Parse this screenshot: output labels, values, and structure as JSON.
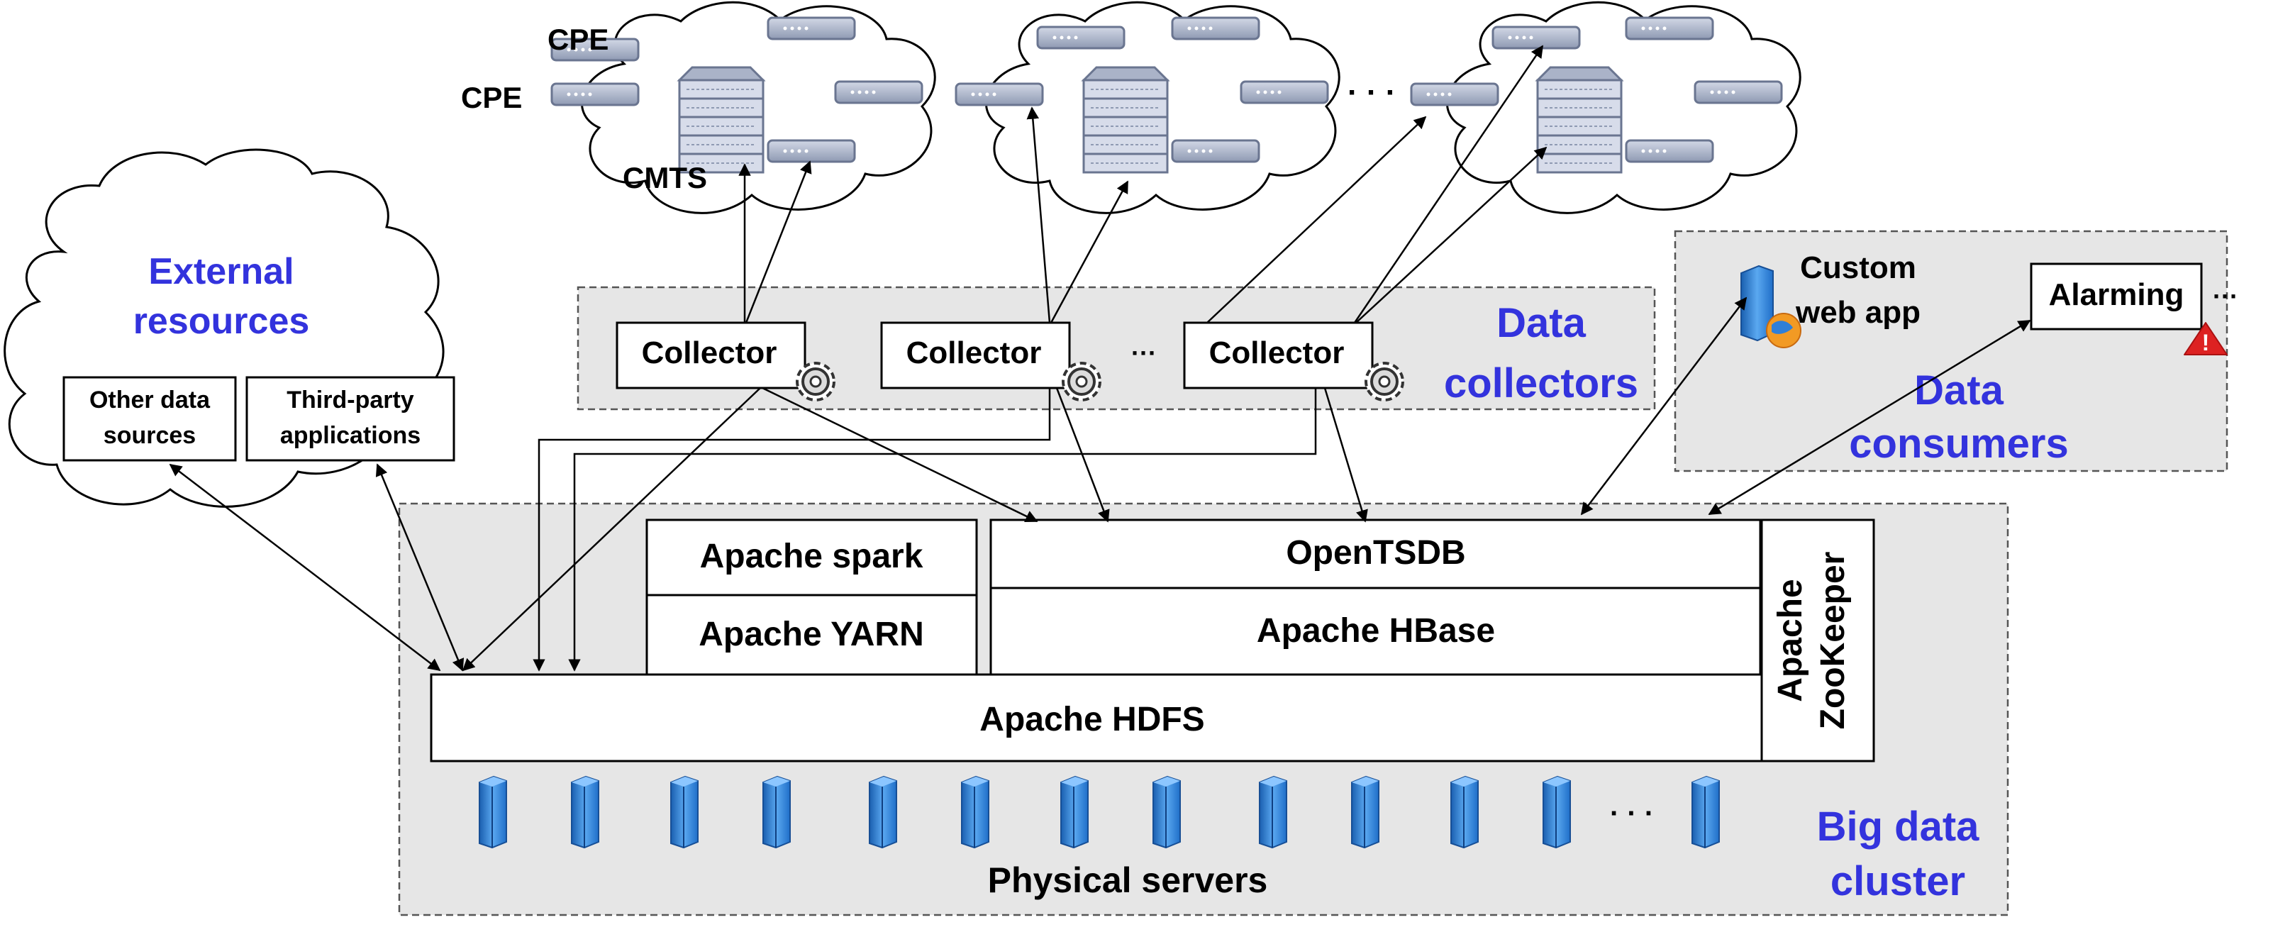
{
  "labels": {
    "cpe_top": "CPE",
    "cpe_left": "CPE",
    "cmts": "CMTS",
    "external_line1": "External",
    "external_line2": "resources",
    "other_line1": "Other data",
    "other_line2": "sources",
    "thirdparty_line1": "Third-party",
    "thirdparty_line2": "applications",
    "collector_1": "Collector",
    "collector_2": "Collector",
    "collector_3": "Collector",
    "collectors_ellipsis": "···",
    "clouds_ellipsis": "· · ·",
    "datacollectors_line1": "Data",
    "datacollectors_line2": "collectors",
    "custom_line1": "Custom",
    "custom_line2": "web app",
    "alarming": "Alarming",
    "consumers_ellipsis": "···",
    "consumers_line1": "Data",
    "consumers_line2": "consumers",
    "spark": "Apache spark",
    "yarn": "Apache YARN",
    "opentsdb": "OpenTSDB",
    "hbase": "Apache HBase",
    "zookeeper_line1": "Apache",
    "zookeeper_line2": "ZooKeeper",
    "hdfs": "Apache HDFS",
    "servers_ellipsis": "· · ·",
    "physical_servers": "Physical servers",
    "bigdata_line1": "Big data",
    "bigdata_line2": "cluster"
  },
  "colors": {
    "region_fill": "#e6e6e6",
    "accent_text": "#3333dd",
    "server_blue": "#2f7fd8",
    "alarm_red": "#dd2222"
  },
  "icons": [
    "modem-icon",
    "cmts-server-icon",
    "gear-icon",
    "server-icon",
    "web-app-icon",
    "warning-icon"
  ]
}
